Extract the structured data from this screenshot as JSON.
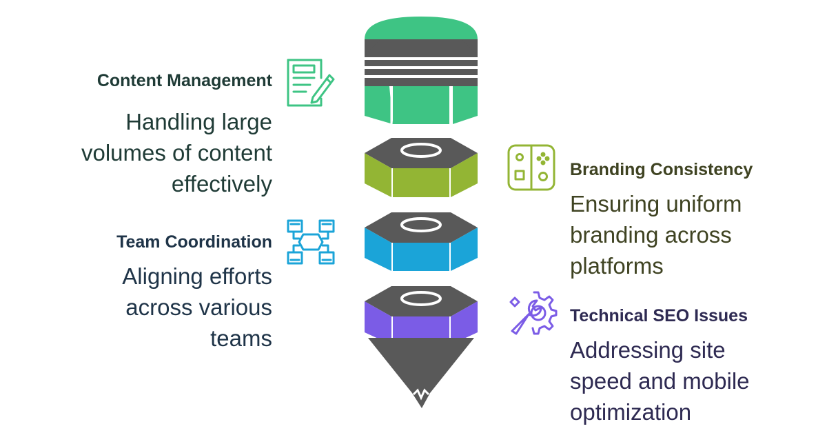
{
  "items": [
    {
      "title": "Content Management",
      "description": [
        "Handling large",
        "volumes of content",
        "effectively"
      ],
      "icon": "document-edit-icon",
      "color": "#3ec484",
      "text_color": "#1f3b36"
    },
    {
      "title": "Branding Consistency",
      "description": [
        "Ensuring uniform",
        "branding across",
        "platforms"
      ],
      "icon": "game-controller-icon",
      "color": "#93b534",
      "text_color": "#3f4322"
    },
    {
      "title": "Team Coordination",
      "description": [
        "Aligning efforts",
        "across various",
        "teams"
      ],
      "icon": "hands-teamwork-icon",
      "color": "#1ba4d8",
      "text_color": "#1f3448"
    },
    {
      "title": "Technical SEO Issues",
      "description": [
        "Addressing site",
        "speed and mobile",
        "optimization"
      ],
      "icon": "gear-wrench-icon",
      "color": "#7b5ce6",
      "text_color": "#2e2a52"
    }
  ],
  "colors": {
    "cap_gray": "#595959",
    "stripe": "#ffffff"
  }
}
